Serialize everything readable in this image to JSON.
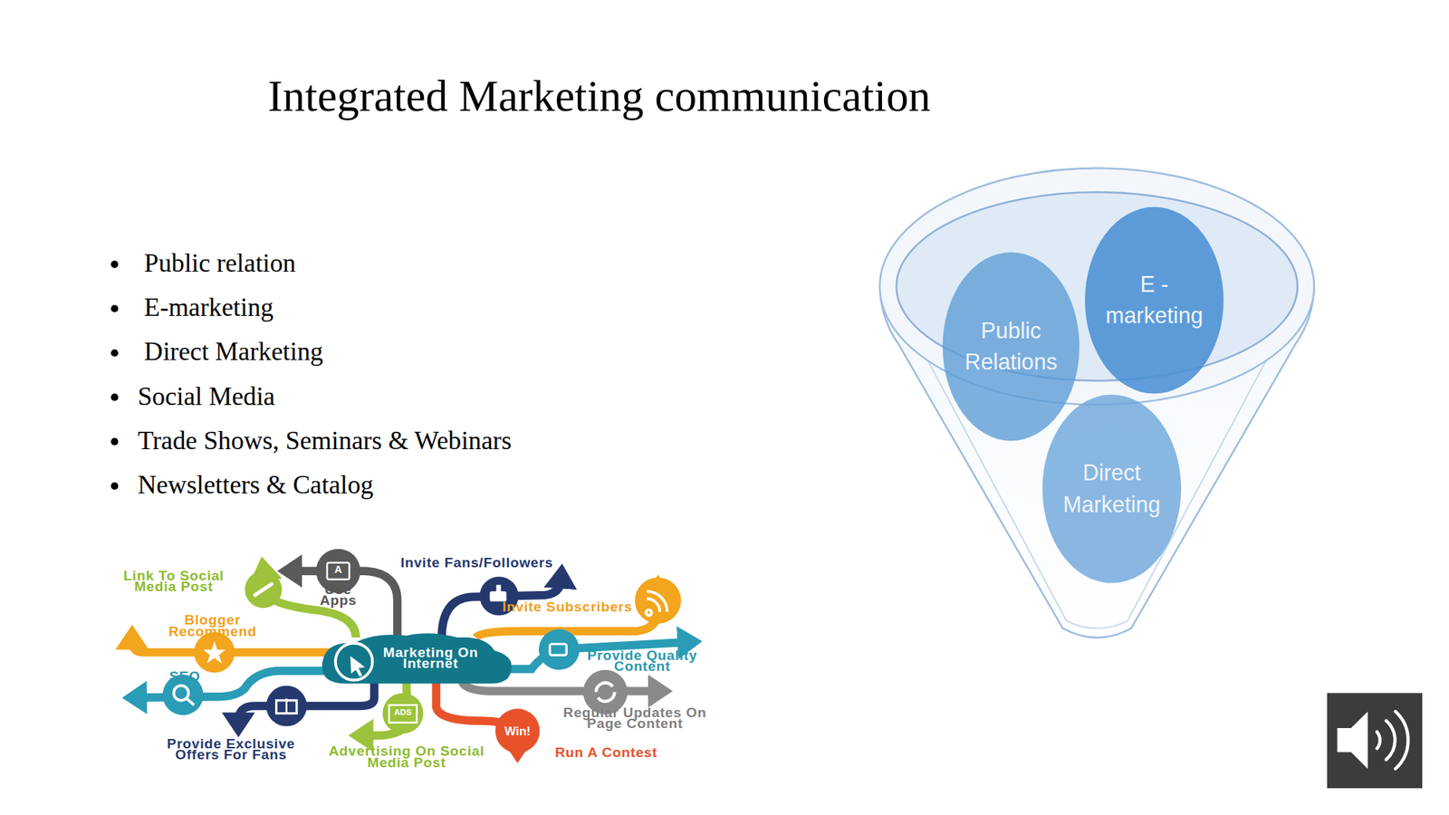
{
  "diagram": {
    "title": "Integrated Marketing communication",
    "nodes": [
      {
        "text": [
          "Public Relations"
        ]
      },
      {
        "text": [
          "E - marketing"
        ]
      },
      {
        "text": [
          "Direct Marketing"
        ]
      },
      {
        "text": [
          "Marketing On Internet"
        ]
      }
    ],
    "labels": [
      "Public relation",
      "E-marketing",
      "Direct Marketing",
      "Social Media",
      "Trade Shows, Seminars & Webinars",
      "Newsletters & Catalog",
      "Link To Social Media Post",
      "Use Apps",
      "Invite Fans/Followers",
      "Invite Subscribers",
      "Blogger Recommend",
      "Provide Quality Content",
      "SEO",
      "Regular Updates On Page Content",
      "Provide Exclusive Offers For Fans",
      "Advertising On Social Media Post",
      "Run A Contest",
      "A",
      "ADS",
      "Win!"
    ]
  }
}
